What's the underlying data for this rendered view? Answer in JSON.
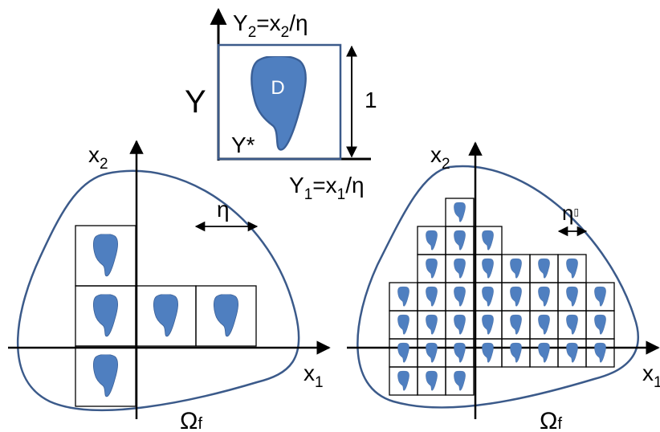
{
  "colors": {
    "inclusion_fill": "#4f7fc0",
    "inclusion_stroke": "#3a5f96",
    "domain_stroke": "#3b5a8a",
    "line": "#000000",
    "background": "#ffffff"
  },
  "unit_cell": {
    "label_Y": "Y",
    "label_Ystar": "Y*",
    "label_D": "D",
    "label_side": "1",
    "axis_y2_base": "Y",
    "axis_y2_sub": "2",
    "axis_y2_rest": "=x",
    "axis_y2_sub2": "2",
    "axis_y2_tail": "/η",
    "axis_y1_base": "Y",
    "axis_y1_sub": "1",
    "axis_y1_rest": "=x",
    "axis_y1_sub2": "1",
    "axis_y1_tail": "/η"
  },
  "left_panel": {
    "x2_base": "x",
    "x2_sub": "2",
    "x1_base": "x",
    "x1_sub": "1",
    "eta": "η",
    "omega": "Ω",
    "omega_sub": "f"
  },
  "right_panel": {
    "x2_base": "x",
    "x2_sub": "2",
    "x1_base": "x",
    "x1_sub": "1",
    "eta": "η",
    "eta_mark": "▯",
    "omega": "Ω",
    "omega_sub": "f"
  }
}
